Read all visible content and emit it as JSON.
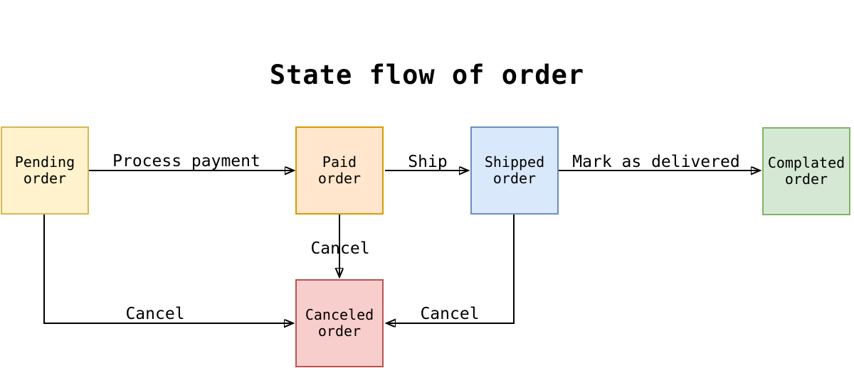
{
  "title": "State flow of order",
  "nodes": [
    {
      "id": "pending-order",
      "label": "Pending\norder",
      "fill": "#FFF2CC",
      "stroke": "#D6B656"
    },
    {
      "id": "paid-order",
      "label": "Paid\norder",
      "fill": "#FFE6CC",
      "stroke": "#D79B00"
    },
    {
      "id": "shipped-order",
      "label": "Shipped\norder",
      "fill": "#DAE8FC",
      "stroke": "#6C8EBF"
    },
    {
      "id": "complated-order",
      "label": "Complated\norder",
      "fill": "#D5E8D4",
      "stroke": "#82B366"
    },
    {
      "id": "canceled-order",
      "label": "Canceled\norder",
      "fill": "#F8CECC",
      "stroke": "#B85450"
    }
  ],
  "edges": [
    {
      "id": "pending-to-paid",
      "from": "pending-order",
      "to": "paid-order",
      "label": "Process payment"
    },
    {
      "id": "paid-to-shipped",
      "from": "paid-order",
      "to": "shipped-order",
      "label": "Ship"
    },
    {
      "id": "shipped-to-complated",
      "from": "shipped-order",
      "to": "complated-order",
      "label": "Mark as delivered"
    },
    {
      "id": "paid-to-canceled",
      "from": "paid-order",
      "to": "canceled-order",
      "label": "Cancel"
    },
    {
      "id": "pending-to-canceled",
      "from": "pending-order",
      "to": "canceled-order",
      "label": "Cancel"
    },
    {
      "id": "shipped-to-canceled",
      "from": "shipped-order",
      "to": "canceled-order",
      "label": "Cancel"
    }
  ],
  "colors": {
    "background": "#FFFFFF",
    "text": "#000000",
    "edge": "#000000"
  }
}
